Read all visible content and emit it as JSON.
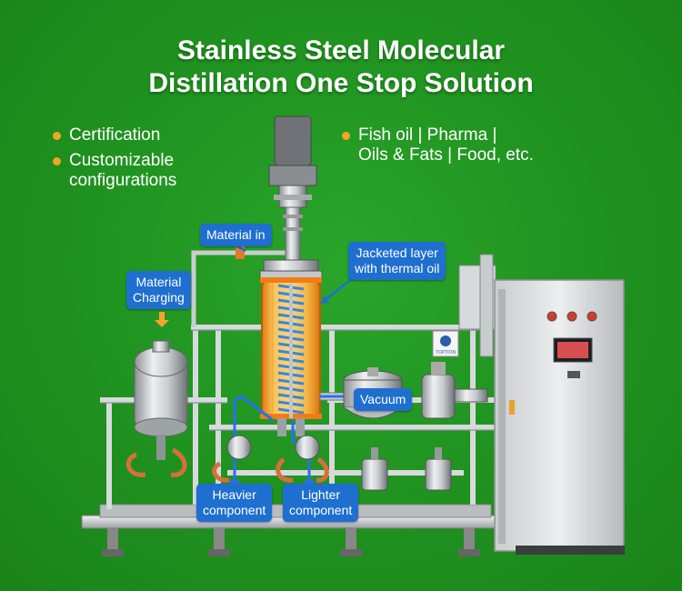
{
  "header": {
    "title_line1": "Stainless Steel Molecular",
    "title_line2": "Distillation One Stop Solution"
  },
  "features": {
    "left": [
      "Certification",
      "Customizable\nconfigurations"
    ],
    "right": [
      "Fish oil | Pharma |\nOils & Fats | Food, etc."
    ]
  },
  "callouts": {
    "material_in": "Material in",
    "material_charging": "Material\nCharging",
    "jacketed_layer": "Jacketed layer\nwith thermal oil",
    "vacuum": "Vacuum",
    "heavier_component": "Heavier\ncomponent",
    "lighter_component": "Lighter\ncomponent"
  },
  "equipment": {
    "brand_plate": "TOPTION"
  },
  "colors": {
    "background": "#1f911f",
    "callout_blue": "#1f6fd0",
    "bullet_orange": "#f2a529",
    "jacket_orange": "#f39a1e",
    "coil_blue": "#3d86d6"
  }
}
